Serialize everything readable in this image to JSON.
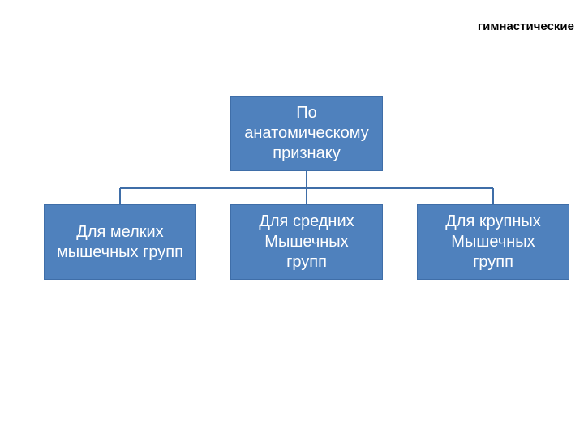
{
  "header": {
    "corner_title": "гимнастические"
  },
  "diagram": {
    "root": {
      "label": "По\nанатомическому\nпризнаку"
    },
    "children": [
      {
        "label": "Для мелких\nмышечных групп"
      },
      {
        "label": "Для средних\nМышечных\nгрупп"
      },
      {
        "label": "Для крупных\nМышечных\nгрупп"
      }
    ],
    "colors": {
      "box_fill": "#4f81bd",
      "box_text": "#ffffff",
      "connector": "#3f6ea8"
    }
  }
}
